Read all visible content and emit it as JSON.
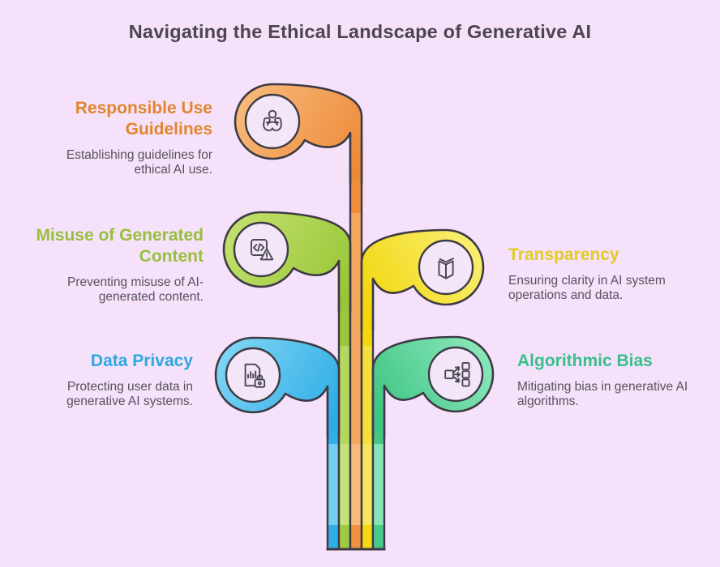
{
  "title": "Navigating the Ethical Landscape of Generative AI",
  "palette": {
    "background": "#F5E1FA",
    "outline": "#3E3A44",
    "title_color": "#4B4551",
    "body_text": "#57525D",
    "node_fill": "#F2E6F8"
  },
  "branches": [
    {
      "heading": "Responsible Use Guidelines",
      "description": "Establishing guidelines for ethical AI use.",
      "heading_color": "#E1862F",
      "branch_color": "#EE8E3B",
      "branch_color_light": "#F8BD80",
      "icon": "care-hands-icon",
      "side": "left"
    },
    {
      "heading": "Misuse of Generated Content",
      "description": "Preventing misuse of AI-generated content.",
      "heading_color": "#97C03A",
      "branch_color": "#9AC83C",
      "branch_color_light": "#C6E272",
      "icon": "code-warning-icon",
      "side": "left"
    },
    {
      "heading": "Transparency",
      "description": "Ensuring clarity in AI system operations and data.",
      "heading_color": "#E2CB25",
      "branch_color": "#F3D80F",
      "branch_color_light": "#FAF07A",
      "icon": "open-book-icon",
      "side": "right"
    },
    {
      "heading": "Data Privacy",
      "description": "Protecting user data in generative AI systems.",
      "heading_color": "#2BA9E1",
      "branch_color": "#31B0E8",
      "branch_color_light": "#85D8F6",
      "icon": "document-lock-icon",
      "side": "left"
    },
    {
      "heading": "Algorithmic Bias",
      "description": "Mitigating bias in generative AI algorithms.",
      "heading_color": "#38BF8B",
      "branch_color": "#44C786",
      "branch_color_light": "#92EAC0",
      "icon": "branching-arrows-icon",
      "side": "right"
    }
  ]
}
